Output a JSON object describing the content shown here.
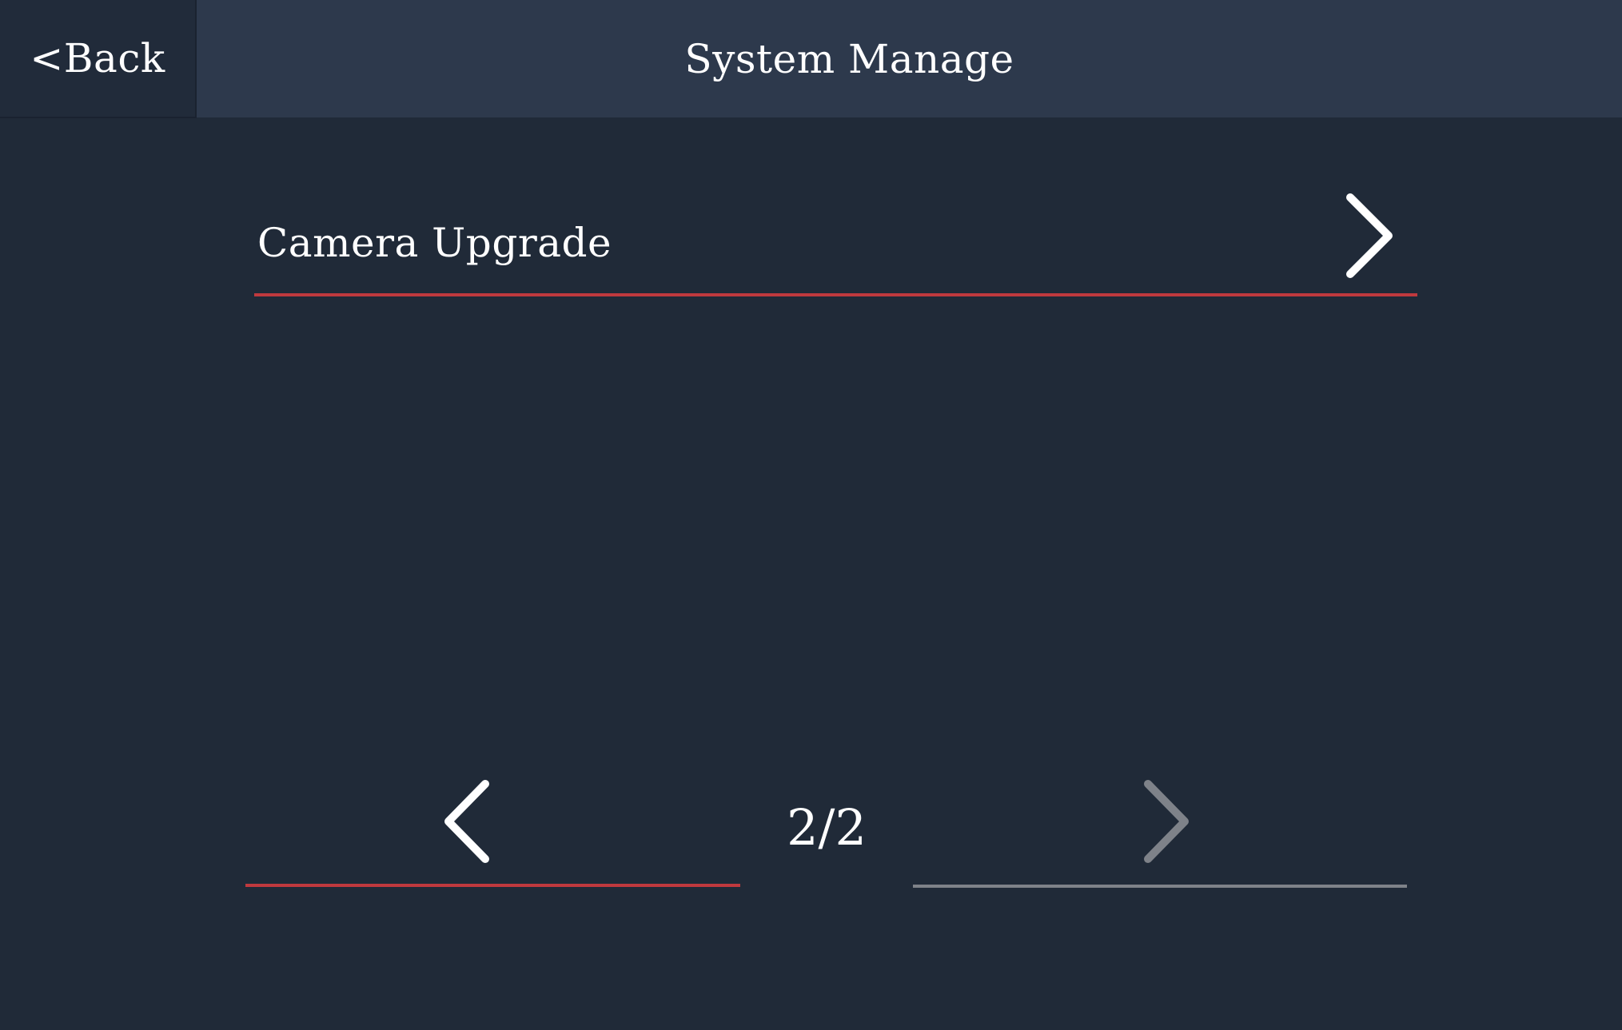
{
  "header": {
    "back_label": "<Back",
    "title": "System Manage"
  },
  "menu": {
    "items": [
      {
        "label": "Camera Upgrade",
        "icon": "chevron-right-icon"
      }
    ]
  },
  "pagination": {
    "indicator": "2/2",
    "prev_icon": "chevron-left-icon",
    "next_icon": "chevron-right-icon",
    "prev_enabled": true,
    "next_enabled": false
  },
  "colors": {
    "background": "#202a38",
    "header": "#2d394c",
    "back_button": "#212b3a",
    "accent_underline": "#c0393e",
    "disabled": "#7e8289",
    "text": "#ffffff"
  }
}
